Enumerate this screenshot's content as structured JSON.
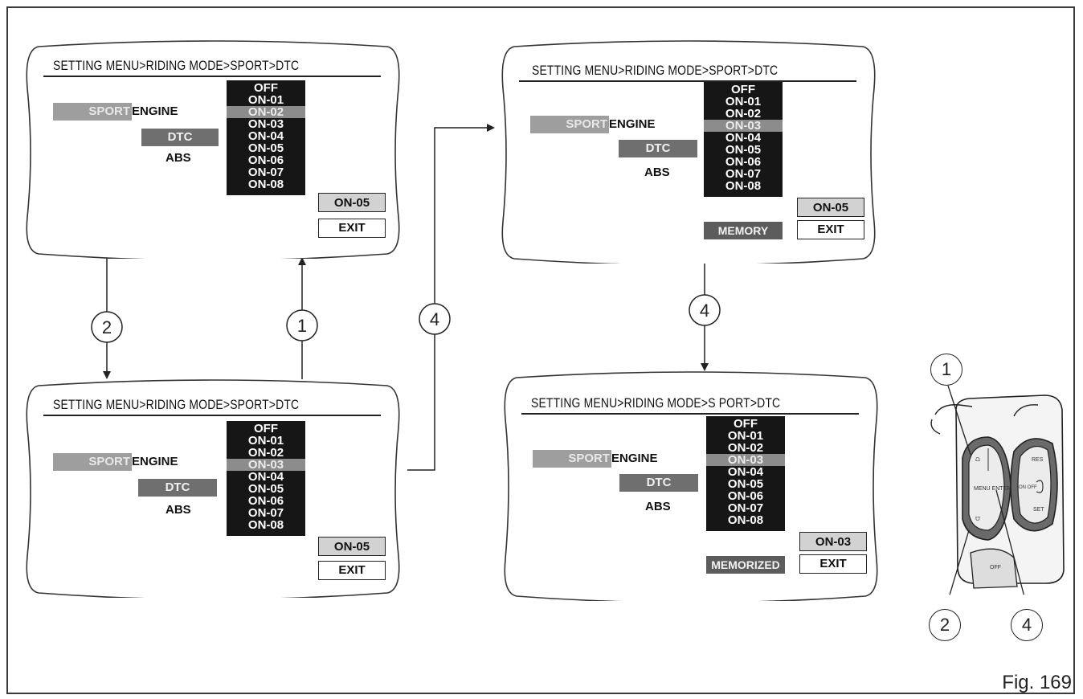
{
  "screens": [
    {
      "title": "SETTING MENU>RIDING MODE>SPORT>DTC",
      "sport": "SPORT",
      "engine_rest": "ENGINE",
      "dtc": "DTC",
      "abs": "ABS",
      "options": [
        "OFF",
        "ON-01",
        "ON-02",
        "ON-03",
        "ON-04",
        "ON-05",
        "ON-06",
        "ON-07",
        "ON-08"
      ],
      "selected_option": "ON-02",
      "value": "ON-05",
      "exit": "EXIT"
    },
    {
      "title": "SETTING MENU>RIDING MODE>SPORT>DTC",
      "sport": "SPORT",
      "engine_rest": "ENGINE",
      "dtc": "DTC",
      "abs": "ABS",
      "options": [
        "OFF",
        "ON-01",
        "ON-02",
        "ON-03",
        "ON-04",
        "ON-05",
        "ON-06",
        "ON-07",
        "ON-08"
      ],
      "selected_option": "ON-03",
      "value": "ON-05",
      "exit": "EXIT"
    },
    {
      "title": "SETTING MENU>RIDING MODE>SPORT>DTC",
      "sport": "SPORT",
      "engine_rest": "ENGINE",
      "dtc": "DTC",
      "abs": "ABS",
      "options": [
        "OFF",
        "ON-01",
        "ON-02",
        "ON-03",
        "ON-04",
        "ON-05",
        "ON-06",
        "ON-07",
        "ON-08"
      ],
      "selected_option": "ON-03",
      "value": "ON-05",
      "exit": "EXIT",
      "status": "MEMORY"
    },
    {
      "title": "SETTING MENU>RIDING MODE>S PORT>DTC",
      "sport": "SPORT",
      "engine_rest": "ENGINE",
      "dtc": "DTC",
      "abs": "ABS",
      "options": [
        "OFF",
        "ON-01",
        "ON-02",
        "ON-03",
        "ON-04",
        "ON-05",
        "ON-06",
        "ON-07",
        "ON-08"
      ],
      "selected_option": "ON-03",
      "value": "ON-03",
      "exit": "EXIT",
      "status": "MEMORIZED"
    }
  ],
  "steps": [
    "2",
    "1",
    "4",
    "4"
  ],
  "switch_callouts": [
    "1",
    "2",
    "4"
  ],
  "switch_text": {
    "menu_enter": "MENU ENTER",
    "res": "RES",
    "on_off": "ON OFF",
    "set": "SET",
    "off": "OFF"
  },
  "figure_label": "Fig. 169",
  "colors": {
    "line": "#222222",
    "list_bg": "#161616",
    "selection": "#8c8c8c",
    "sport_bg": "#9e9e9e",
    "dtc_bg": "#6f6f6f",
    "value_bg": "#d2d2d2",
    "status_bg": "#5c5c5c"
  }
}
